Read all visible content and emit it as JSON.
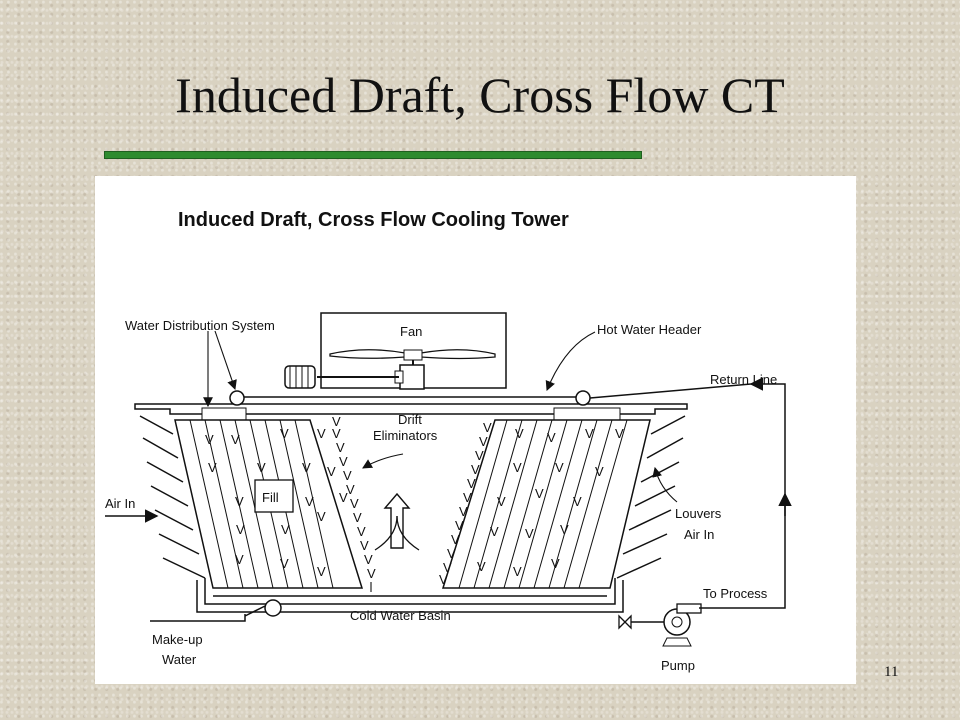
{
  "slide": {
    "title": "Induced Draft, Cross Flow CT",
    "page_number": "11",
    "accent_color": "#2e8b2e"
  },
  "diagram": {
    "title": "Induced Draft, Cross Flow Cooling Tower",
    "labels": {
      "water_distribution_system": "Water Distribution System",
      "fan": "Fan",
      "hot_water_header": "Hot Water Header",
      "return_line": "Return Line",
      "drift_eliminators_line1": "Drift",
      "drift_eliminators_line2": "Eliminators",
      "air_in_left": "Air In",
      "fill": "Fill",
      "louvers": "Louvers",
      "air_in_right": "Air In",
      "to_process": "To Process",
      "cold_water_basin": "Cold Water Basin",
      "makeup_water_line1": "Make-up",
      "makeup_water_line2": "Water",
      "pump": "Pump"
    }
  }
}
